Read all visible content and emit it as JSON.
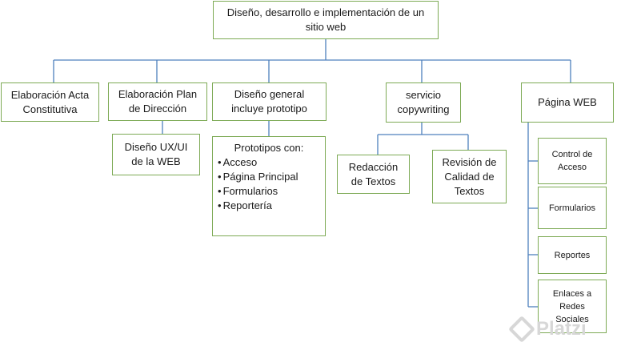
{
  "root": {
    "lines": [
      "Diseño, desarrollo e implementación de un",
      "sitio web"
    ]
  },
  "nodes": {
    "acta": {
      "lines": [
        "Elaboración Acta",
        "Constitutiva"
      ]
    },
    "plan": {
      "lines": [
        "Elaboración Plan",
        "de Dirección"
      ]
    },
    "ux": {
      "lines": [
        "Diseño UX/UI",
        "de la WEB"
      ]
    },
    "diseno": {
      "lines": [
        "Diseño general",
        "incluye prototipo"
      ]
    },
    "copy": {
      "lines": [
        "servicio",
        "copywriting"
      ]
    },
    "redaccion": {
      "lines": [
        "Redacción",
        "de Textos"
      ]
    },
    "revision": {
      "lines": [
        "Revisión de",
        "Calidad de",
        "Textos"
      ]
    },
    "pagina": {
      "lines": [
        "Página WEB"
      ]
    },
    "control": {
      "lines": [
        "Control de",
        "Acceso"
      ]
    },
    "formularios": {
      "lines": [
        "Formularios"
      ]
    },
    "reportes": {
      "lines": [
        "Reportes"
      ]
    },
    "enlaces": {
      "lines": [
        "Enlaces a",
        "Redes",
        "Sociales"
      ]
    }
  },
  "prototipos": {
    "title": "Prototipos con:",
    "items": [
      "Acceso",
      "Página Principal",
      "Formularios",
      "Reportería"
    ]
  },
  "colors": {
    "connector": "#4f81bd",
    "box_border": "#7daa55",
    "watermark": "#d7d7d7"
  },
  "watermark": {
    "text": "Platzi"
  }
}
